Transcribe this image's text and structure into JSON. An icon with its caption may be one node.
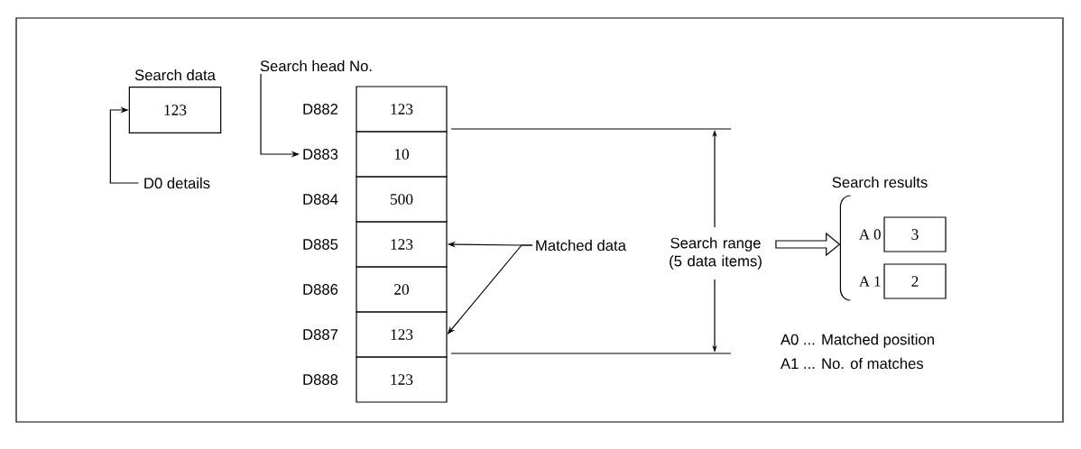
{
  "diagram": {
    "nodes": [
      {
        "text": [
          "Search data",
          "123"
        ]
      },
      {
        "text": [
          "D0 details"
        ]
      },
      {
        "text": [
          "Search head No."
        ]
      },
      {
        "text": [
          "123"
        ],
        "beside": [
          "D882"
        ]
      },
      {
        "text": [
          "10"
        ],
        "beside": [
          "D883"
        ]
      },
      {
        "text": [
          "500"
        ],
        "beside": [
          "D884"
        ]
      },
      {
        "text": [
          "123"
        ],
        "beside": [
          "D885"
        ]
      },
      {
        "text": [
          "20"
        ],
        "beside": [
          "D886"
        ]
      },
      {
        "text": [
          "123"
        ],
        "beside": [
          "D887"
        ]
      },
      {
        "text": [
          "123"
        ],
        "beside": [
          "D888"
        ]
      },
      {
        "text": [
          "Matched data"
        ]
      },
      {
        "text": [
          "Search range (5 data items)"
        ]
      },
      {
        "text": [
          "Search results"
        ]
      },
      {
        "text": [
          "3"
        ],
        "beside": [
          "A 0"
        ]
      },
      {
        "text": [
          "2"
        ],
        "beside": [
          "A 1"
        ]
      }
    ],
    "edges": [
      {
        "from": 1,
        "to": 0,
        "arrow": "to"
      },
      {
        "from": 2,
        "to": 4,
        "arrow": "to"
      },
      {
        "from": 10,
        "to": 6,
        "arrow": "to"
      },
      {
        "from": 10,
        "to": 8,
        "arrow": "to"
      },
      {
        "from": 11,
        "to": 12,
        "arrow": "to",
        "style": "thick"
      }
    ],
    "labels": [
      "A0 ... Matched position",
      "A1 ... No. of matches"
    ]
  }
}
